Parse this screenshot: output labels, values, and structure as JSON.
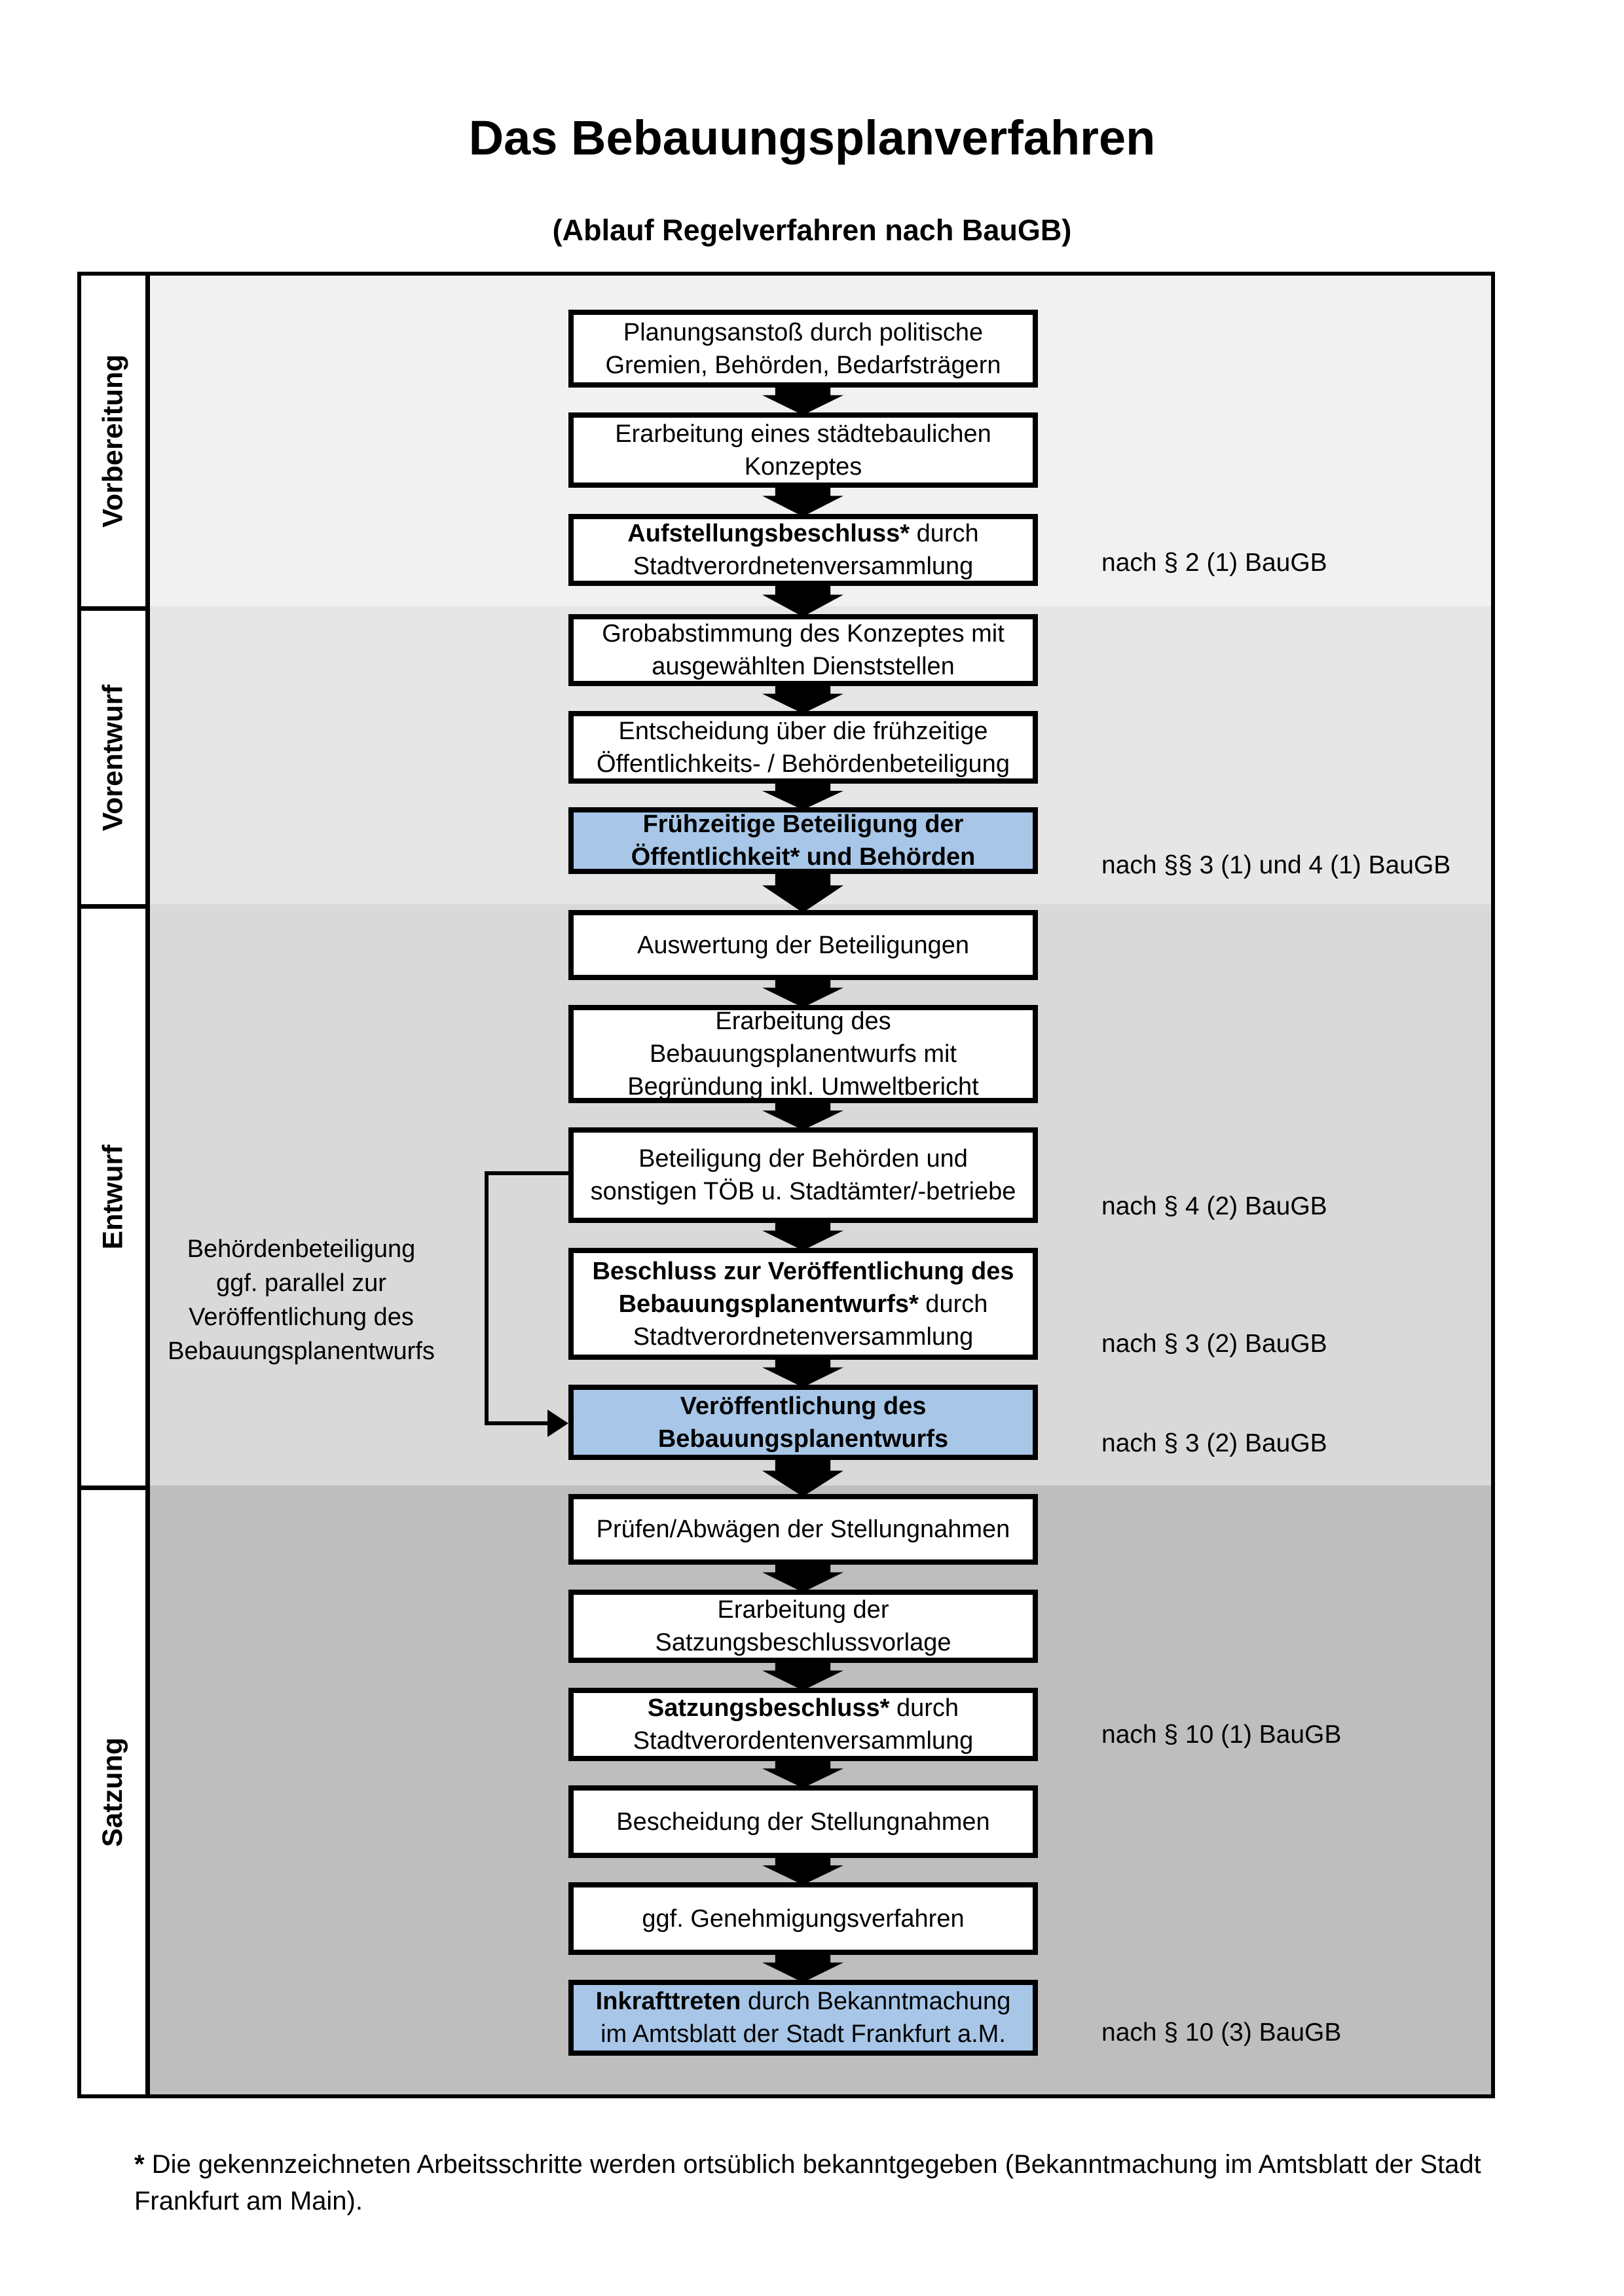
{
  "title": "Das Bebauungsplanverfahren",
  "subtitle": "(Ablauf Regelverfahren nach BauGB)",
  "phases": [
    {
      "label": "Vorbereitung"
    },
    {
      "label": "Vorentwurf"
    },
    {
      "label": "Entwurf"
    },
    {
      "label": "Satzung"
    }
  ],
  "flow": {
    "boxes": [
      {
        "bold": "",
        "text": "Planungsanstoß durch politische\nGremien, Behörden, Bedarfsträgern",
        "highlighted": false
      },
      {
        "bold": "",
        "text": "Erarbeitung eines städtebaulichen\nKonzeptes",
        "highlighted": false
      },
      {
        "bold": "Aufstellungsbeschluss*",
        "text": " durch\nStadtverordnetenversammlung",
        "highlighted": false
      },
      {
        "bold": "",
        "text": "Grobabstimmung des Konzeptes mit\nausgewählten Dienststellen",
        "highlighted": false
      },
      {
        "bold": "",
        "text": "Entscheidung über die frühzeitige\nÖffentlichkeits- / Behördenbeteiligung",
        "highlighted": false
      },
      {
        "bold": "Frühzeitige Beteiligung der\nÖffentlichkeit* und Behörden",
        "text": "",
        "highlighted": true
      },
      {
        "bold": "",
        "text": "Auswertung der Beteiligungen",
        "highlighted": false
      },
      {
        "bold": "",
        "text": "Erarbeitung des\nBebauungsplanentwurfs mit\nBegründung inkl. Umweltbericht",
        "highlighted": false
      },
      {
        "bold": "",
        "text": "Beteiligung der Behörden und\nsonstigen TÖB u. Stadtämter/-betriebe",
        "highlighted": false
      },
      {
        "bold": "Beschluss zur Veröffentlichung des\nBebauungsplanentwurfs*",
        "text": " durch\nStadtverordnetenversammlung",
        "highlighted": false
      },
      {
        "bold": "Veröffentlichung des\nBebauungsplanentwurfs",
        "text": "",
        "highlighted": true
      },
      {
        "bold": "",
        "text": "Prüfen/Abwägen der Stellungnahmen",
        "highlighted": false
      },
      {
        "bold": "",
        "text": "Erarbeitung der\nSatzungsbeschlussvorlage",
        "highlighted": false
      },
      {
        "bold": "Satzungsbeschluss*",
        "text": " durch\nStadtverordentenversammlung",
        "highlighted": false
      },
      {
        "bold": "",
        "text": "Bescheidung der Stellungnahmen",
        "highlighted": false
      },
      {
        "bold": "",
        "text": "ggf. Genehmigungsverfahren",
        "highlighted": false
      },
      {
        "bold": "Inkrafttreten",
        "text": " durch Bekanntmachung\nim Amtsblatt der Stadt Frankfurt a.M.",
        "highlighted": true
      }
    ]
  },
  "law_refs": [
    {
      "text": "nach § 2 (1) BauGB"
    },
    {
      "text": "nach §§ 3 (1) und 4 (1) BauGB"
    },
    {
      "text": "nach § 4 (2) BauGB"
    },
    {
      "text": "nach § 3 (2) BauGB"
    },
    {
      "text": "nach § 3 (2) BauGB"
    },
    {
      "text": "nach § 10 (1) BauGB"
    },
    {
      "text": "nach § 10 (3) BauGB"
    }
  ],
  "annotation": {
    "text": "Behördenbeteiligung\nggf. parallel zur\nVeröffentlichung des\nBebauungsplanentwurfs"
  },
  "footnote": {
    "star": "*",
    "text": " Die gekennzeichneten Arbeitsschritte werden ortsüblich bekanntgegeben (Bekanntmachung im Amtsblatt  der Stadt\nFrankfurt am Main)."
  },
  "colors": {
    "highlight_box": "#a8c7e8",
    "section_vorbereitung": "#f1f1f1",
    "section_vorentwurf": "#e6e6e6",
    "section_entwurf": "#d9d9d9",
    "section_satzung": "#bebebe",
    "border": "#000000"
  }
}
